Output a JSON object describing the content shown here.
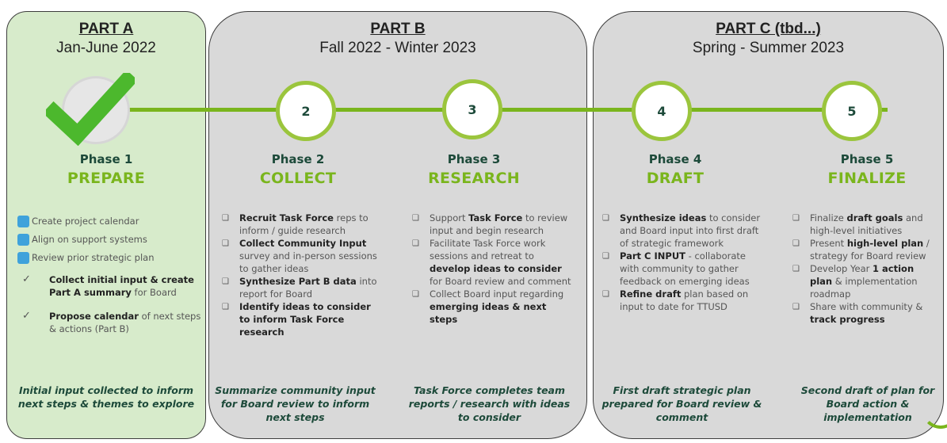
{
  "colors": {
    "accent_green": "#7ab51d",
    "dark_teal": "#1d4a3a",
    "check_green": "#4cb82d",
    "checkbox_blue": "#3fa2db",
    "panel_a_bg": "#d7ebcb",
    "panel_bc_bg": "#d9d9d9"
  },
  "part_a": {
    "title": "PART A",
    "dates": "Jan-June 2022",
    "check_icon": "checkmark-icon",
    "phase_num": "Phase 1",
    "phase_word": "PREPARE",
    "checked_items": [
      "Create project calendar",
      "Align on support systems",
      "Review prior strategic plan"
    ],
    "tick_items": [
      {
        "bold": "Collect initial input & create Part A summary",
        "rest": " for Board"
      },
      {
        "bold": "Propose calendar",
        "rest": " of next steps & actions (Part B)"
      }
    ],
    "footer": "Initial input collected to inform next steps & themes to explore"
  },
  "part_b": {
    "title": "PART B",
    "dates": "Fall 2022 - Winter 2023"
  },
  "part_c": {
    "title": "PART C (tbd...)",
    "dates": "Spring - Summer 2023"
  },
  "phases": [
    {
      "circle": "2",
      "num": "Phase 2",
      "word": "COLLECT",
      "items": [
        [
          {
            "t": "Recruit Task Force",
            "b": true
          },
          {
            "t": " reps to inform / guide research"
          }
        ],
        [
          {
            "t": "Collect Community Input",
            "b": true
          },
          {
            "t": " survey and in-person sessions to gather ideas"
          }
        ],
        [
          {
            "t": "Synthesize Part B data",
            "b": true
          },
          {
            "t": " into report for Board"
          }
        ],
        [
          {
            "t": "Identify ideas to consider to inform Task Force research",
            "b": true
          }
        ]
      ],
      "footer": "Summarize community input for Board review to inform next steps"
    },
    {
      "circle": "3",
      "num": "Phase 3",
      "word": "RESEARCH",
      "items": [
        [
          {
            "t": "Support "
          },
          {
            "t": "Task Force",
            "b": true
          },
          {
            "t": " to review input and begin research"
          }
        ],
        [
          {
            "t": "Facilitate Task Force work sessions and retreat to "
          },
          {
            "t": "develop ideas to consider",
            "b": true
          },
          {
            "t": " for Board review and comment"
          }
        ],
        [
          {
            "t": "Collect Board input regarding "
          },
          {
            "t": "emerging ideas & next steps",
            "b": true
          }
        ]
      ],
      "footer": "Task Force completes team reports / research with ideas to consider"
    },
    {
      "circle": "4",
      "num": "Phase 4",
      "word": "DRAFT",
      "items": [
        [
          {
            "t": "Synthesize ideas",
            "b": true
          },
          {
            "t": " to consider and Board input into first draft of strategic framework"
          }
        ],
        [
          {
            "t": "Part C INPUT",
            "b": true
          },
          {
            "t": " - collaborate with community to gather feedback on emerging ideas"
          }
        ],
        [
          {
            "t": "Refine draft",
            "b": true
          },
          {
            "t": " plan based on input to date for TTUSD"
          }
        ]
      ],
      "footer": "First draft strategic plan prepared for Board review & comment"
    },
    {
      "circle": "5",
      "num": "Phase 5",
      "word": "FINALIZE",
      "items": [
        [
          {
            "t": "Finalize "
          },
          {
            "t": "draft goals",
            "b": true
          },
          {
            "t": " and high-level initiatives"
          }
        ],
        [
          {
            "t": "Present "
          },
          {
            "t": "high-level plan",
            "b": true
          },
          {
            "t": " / strategy for Board review"
          }
        ],
        [
          {
            "t": "Develop Year "
          },
          {
            "t": "1 action plan",
            "b": true
          },
          {
            "t": " & implementation roadmap"
          }
        ],
        [
          {
            "t": "Share with community & "
          },
          {
            "t": "track progress",
            "b": true
          }
        ]
      ],
      "footer": "Second draft of plan for Board action & implementation"
    }
  ]
}
